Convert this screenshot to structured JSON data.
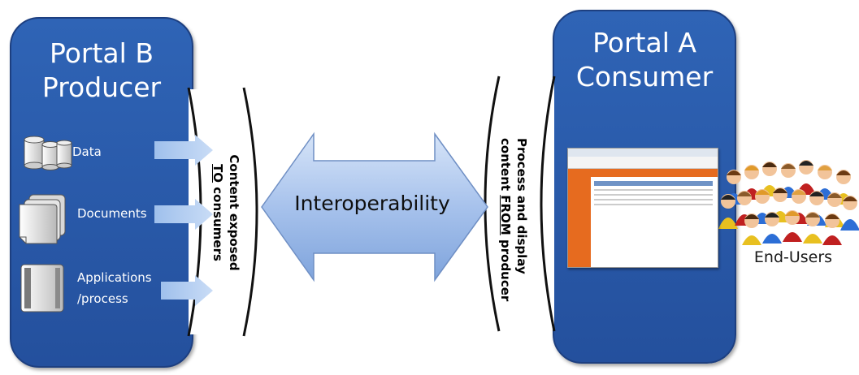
{
  "producer": {
    "title_line1": "Portal B",
    "title_line2": "Producer",
    "items": [
      {
        "label": "Data",
        "icon": "database-icon"
      },
      {
        "label": "Documents",
        "icon": "documents-icon"
      },
      {
        "label_line1": "Applications",
        "label_line2": "/process",
        "icon": "application-window-icon"
      }
    ]
  },
  "producer_interface": {
    "line1": "Content  exposed",
    "line2_u": "TO",
    "line2_rest": " consumers"
  },
  "interoperability": "Interoperability",
  "consumer_interface": {
    "line1": "Process and display",
    "line2_pre": "content ",
    "line2_u": "FROM",
    "line2_rest": " producer"
  },
  "consumer": {
    "title_line1": "Portal A",
    "title_line2": "Consumer"
  },
  "end_users": "End-Users",
  "colors": {
    "panel_blue": "#2f64b6",
    "arrow_light_blue": "#a9c4ec",
    "screenshot_orange": "#e66b1f"
  }
}
